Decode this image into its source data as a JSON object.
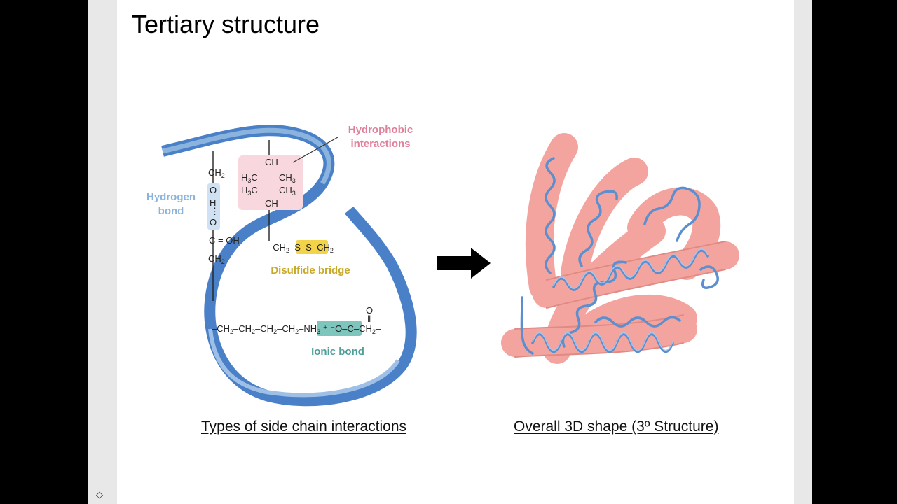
{
  "slide": {
    "title": "Tertiary structure",
    "caption_left": "Types of side chain interactions",
    "caption_right": "Overall 3D shape (3º Structure)"
  },
  "labels": {
    "hydrophobic": [
      "Hydrophobic",
      "interactions"
    ],
    "hydrogen": [
      "Hydrogen",
      "bond"
    ],
    "disulfide": "Disulfide bridge",
    "ionic": "Ionic bond"
  },
  "colors": {
    "backbone": "#4a80c8",
    "hydrophobic": "#e07f9a",
    "hydrophobic_box": "#f8d7df",
    "hydrogen": "#8ab3de",
    "disulfide": "#c9a92a",
    "disulfide_box": "#f2d34a",
    "ionic": "#4f9e98",
    "ionic_box": "#7ec6bd",
    "ribbon": "#f4a09a",
    "helix": "#5b8fd0"
  },
  "icons": {
    "arrow": "right-arrow-icon",
    "nav": "nav-diamond-icon"
  }
}
